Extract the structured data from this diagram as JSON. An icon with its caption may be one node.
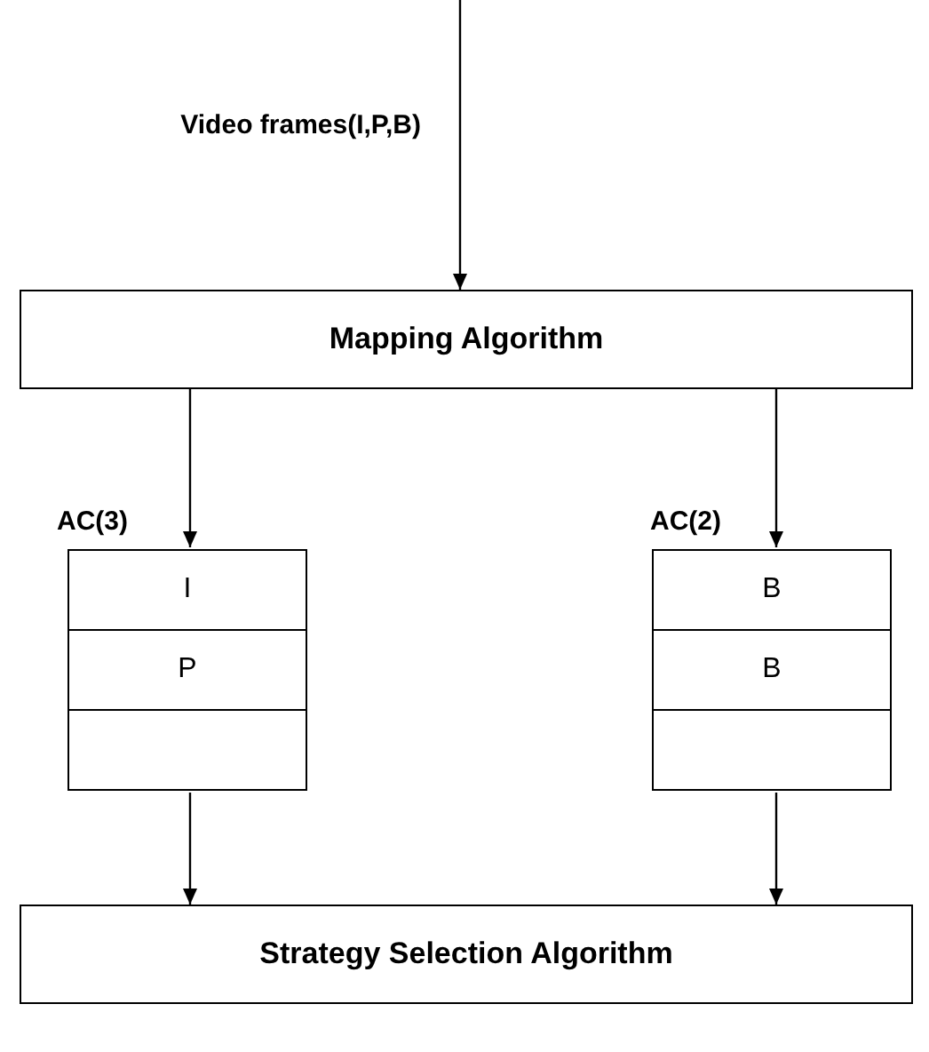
{
  "diagram": {
    "nodes": [
      {
        "text": [
          "Mapping Algorithm"
        ]
      },
      {
        "text": [],
        "shape": "box",
        "beside": [
          "AC(3)"
        ]
      },
      {
        "text": [
          "I"
        ],
        "in": 1
      },
      {
        "text": [
          "P"
        ],
        "in": 1
      },
      {
        "text": [],
        "shape": "box",
        "in": 1
      },
      {
        "text": [],
        "shape": "box",
        "beside": [
          "AC(2)"
        ]
      },
      {
        "text": [
          "B"
        ],
        "in": 5
      },
      {
        "text": [
          "B"
        ],
        "in": 5
      },
      {
        "text": [],
        "shape": "box",
        "in": 5
      },
      {
        "text": [
          "Strategy Selection Algorithm"
        ]
      }
    ],
    "edges": [
      {
        "from": null,
        "to": 0,
        "arrow": "to",
        "label": "Video frames(I,P,B)"
      },
      {
        "from": 0,
        "to": 1,
        "arrow": "to"
      },
      {
        "from": 0,
        "to": 5,
        "arrow": "to"
      },
      {
        "from": 1,
        "to": 9,
        "arrow": "to"
      },
      {
        "from": 5,
        "to": 9,
        "arrow": "to"
      }
    ]
  }
}
